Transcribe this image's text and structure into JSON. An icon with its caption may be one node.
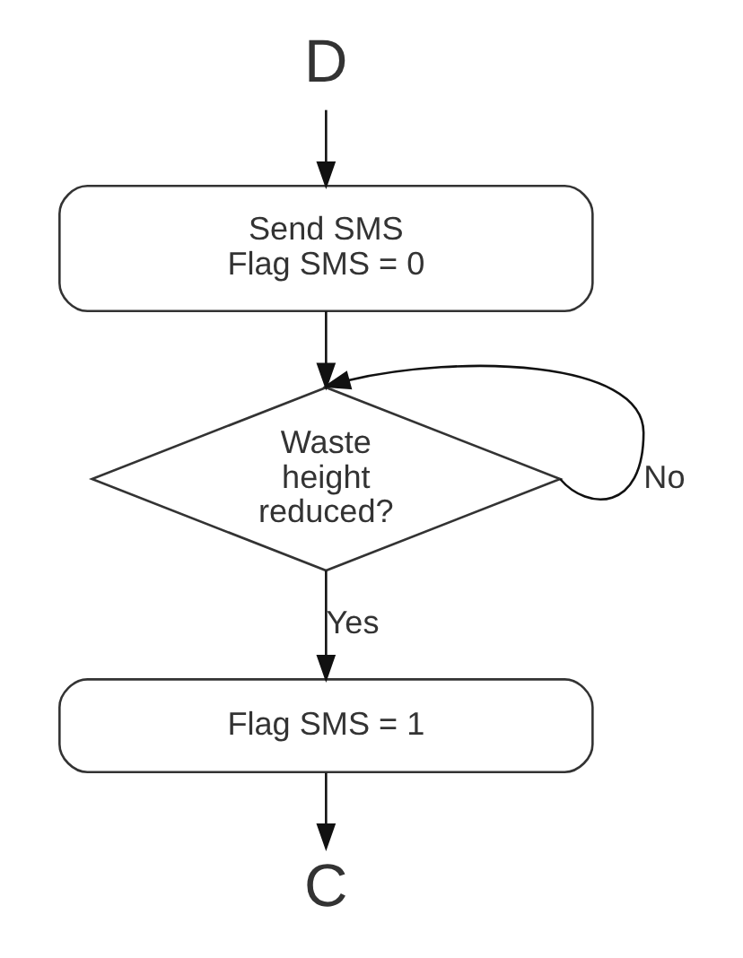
{
  "diagram": {
    "nodes": [
      {
        "text": [
          "D"
        ]
      },
      {
        "text": [
          "Send SMS",
          "Flag SMS = 0"
        ]
      },
      {
        "text": [
          "Waste height reduced?"
        ]
      },
      {
        "text": [
          "Flag SMS = 1"
        ]
      },
      {
        "text": [
          "C"
        ]
      }
    ],
    "edges": [
      {
        "from": 0,
        "to": 1,
        "arrow": "to"
      },
      {
        "from": 1,
        "to": 2,
        "arrow": "to"
      },
      {
        "from": 2,
        "to": 2,
        "arrow": "to",
        "label": "No"
      },
      {
        "from": 2,
        "to": 3,
        "arrow": "to",
        "label": "Yes"
      },
      {
        "from": 3,
        "to": 4,
        "arrow": "to"
      }
    ]
  }
}
